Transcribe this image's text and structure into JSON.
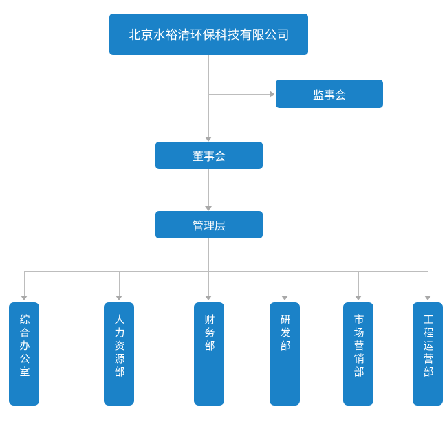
{
  "org_chart": {
    "root": {
      "label": "北京水裕清环保科技有限公司"
    },
    "supervisory": {
      "label": "监事会"
    },
    "board": {
      "label": "董事会"
    },
    "management": {
      "label": "管理层"
    },
    "departments": [
      {
        "label": "综合办公室"
      },
      {
        "label": "人力资源部"
      },
      {
        "label": "财务部"
      },
      {
        "label": "研发部"
      },
      {
        "label": "市场营销部"
      },
      {
        "label": "工程运营部"
      }
    ],
    "colors": {
      "node_fill": "#1b82c8",
      "node_text": "#ffffff",
      "connector": "#bdbdbd",
      "arrow": "#a9a9a9",
      "background": "#ffffff"
    }
  }
}
